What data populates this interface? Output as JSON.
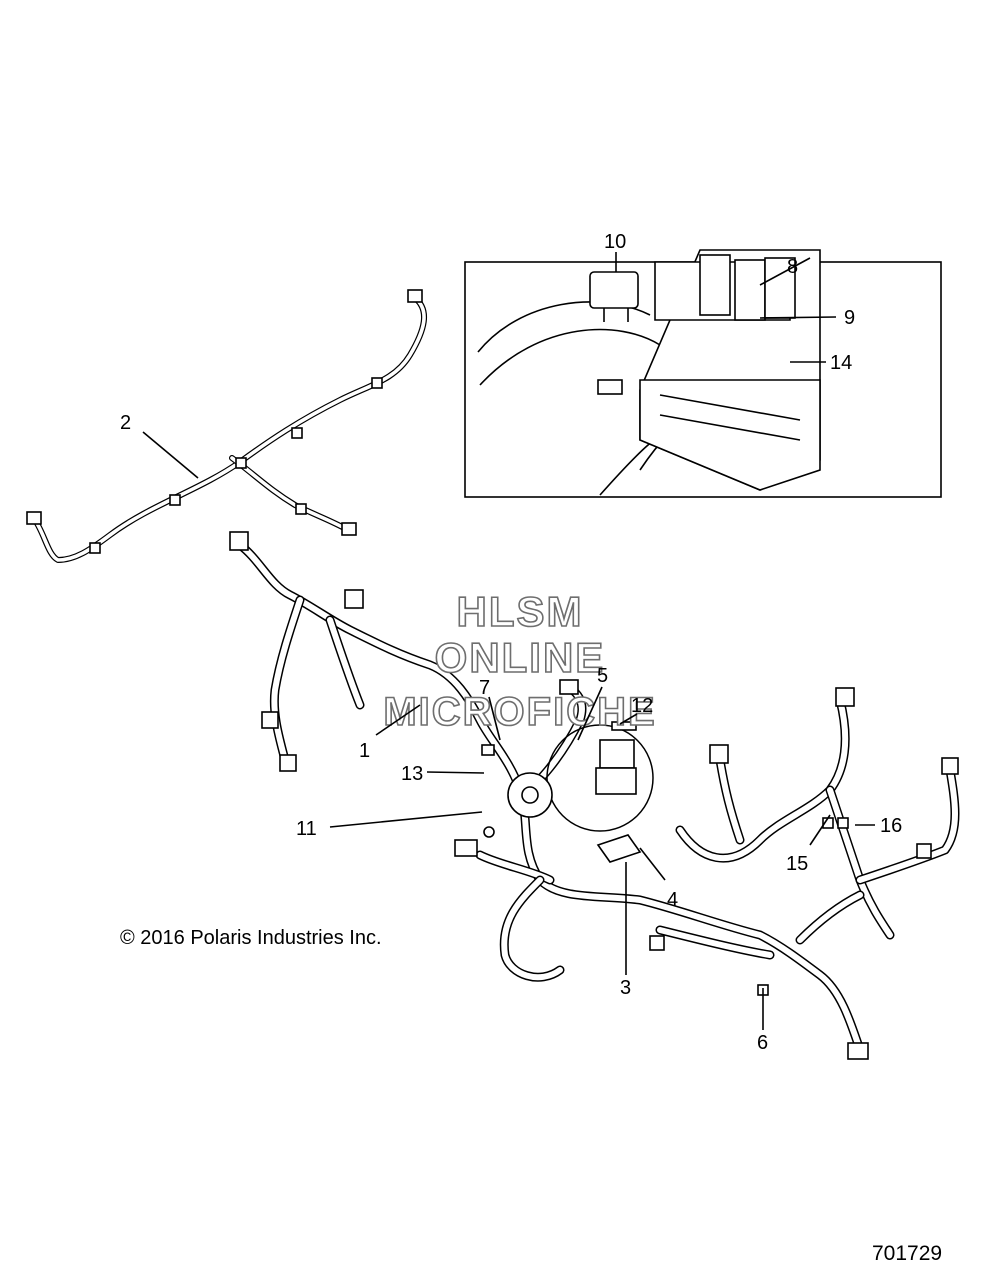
{
  "callouts": {
    "c1": "1",
    "c2": "2",
    "c3": "3",
    "c4": "4",
    "c5": "5",
    "c6": "6",
    "c7": "7",
    "c8": "8",
    "c9": "9",
    "c10": "10",
    "c11": "11",
    "c12": "12",
    "c13": "13",
    "c14": "14",
    "c15": "15",
    "c16": "16"
  },
  "watermark": {
    "line1": "HLSM",
    "line2": "ONLINE",
    "line3": "MICROFICHE"
  },
  "copyright": "© 2016 Polaris Industries Inc.",
  "document_number": "701729"
}
